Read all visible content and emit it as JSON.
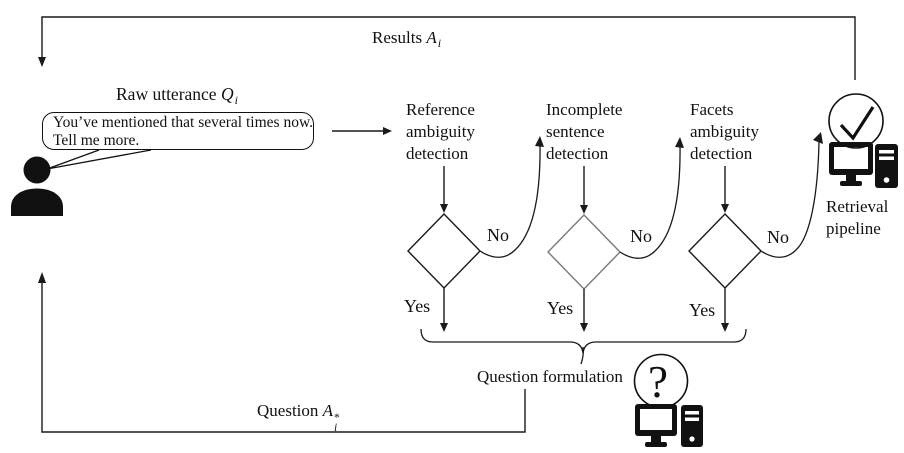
{
  "labels": {
    "results": {
      "prefix": "Results ",
      "symbol": "A",
      "subscript": "i"
    },
    "raw_utterance": {
      "prefix": "Raw utterance ",
      "symbol": "Q",
      "subscript": "i"
    },
    "bubble": {
      "line1": "You’ve mentioned that several times now.",
      "line2": "Tell me more."
    },
    "modules": [
      {
        "line1": "Reference",
        "line2": "ambiguity",
        "line3": "detection",
        "no": "No",
        "yes": "Yes"
      },
      {
        "line1": "Incomplete",
        "line2": "sentence",
        "line3": "detection",
        "no": "No",
        "yes": "Yes"
      },
      {
        "line1": "Facets",
        "line2": "ambiguity",
        "line3": "detection",
        "no": "No",
        "yes": "Yes"
      }
    ],
    "retrieval": {
      "line1": "Retrieval",
      "line2": "pipeline"
    },
    "question_formulation": "Question formulation",
    "question_out": {
      "prefix": "Question ",
      "symbol": "A",
      "superscript": "*",
      "subscript": "i"
    },
    "icons": {
      "question_mark": "?"
    }
  },
  "colors": {
    "ink": "#1a1a1a",
    "diamond_alt": "#7a7a7a",
    "background": "#ffffff"
  }
}
